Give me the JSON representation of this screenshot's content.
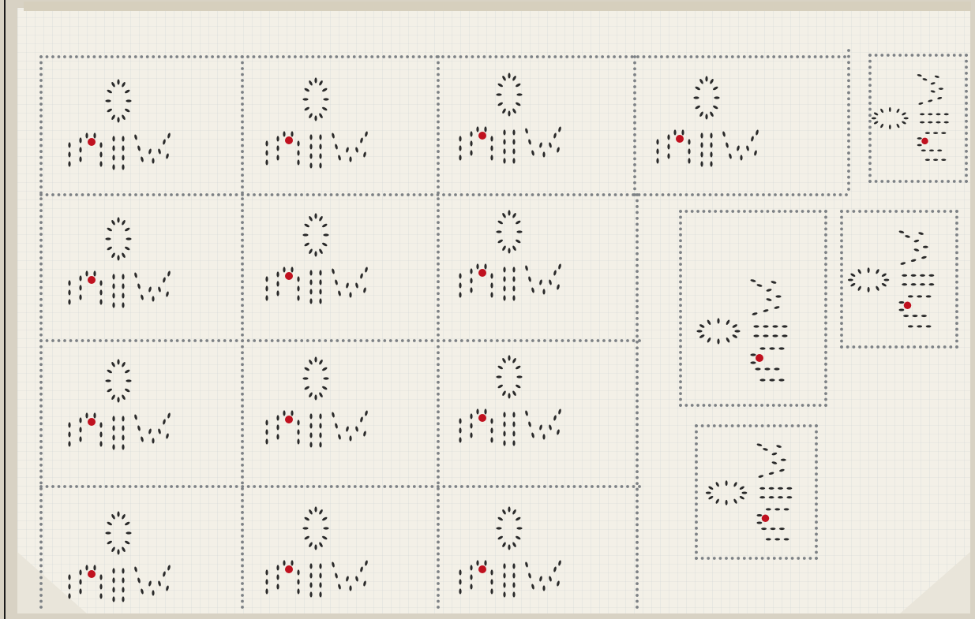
{
  "sheet": {
    "paper_color": "#f3f0e7",
    "grid_color": "#cfd4d6",
    "perforation_color": "#7d8185",
    "stroke_color": "#2a2a2a",
    "red_dot_color": "#c0111f",
    "backing_color": "#d8d2c4"
  },
  "cards": [
    {
      "id": "card-r1c1",
      "orientation": "horizontal",
      "accent": "mark-left"
    },
    {
      "id": "card-r1c2",
      "orientation": "horizontal",
      "accent": "mark-left"
    },
    {
      "id": "card-r1c3",
      "orientation": "horizontal",
      "accent": "mark-left"
    },
    {
      "id": "card-r1c4",
      "orientation": "horizontal",
      "accent": "mark-left"
    },
    {
      "id": "card-r2c1",
      "orientation": "horizontal",
      "accent": "mark-left"
    },
    {
      "id": "card-r2c2",
      "orientation": "horizontal",
      "accent": "mark-left"
    },
    {
      "id": "card-r2c3",
      "orientation": "horizontal",
      "accent": "mark-left"
    },
    {
      "id": "card-r3c1",
      "orientation": "horizontal",
      "accent": "mark-left"
    },
    {
      "id": "card-r3c2",
      "orientation": "horizontal",
      "accent": "mark-left"
    },
    {
      "id": "card-r3c3",
      "orientation": "horizontal",
      "accent": "mark-left"
    },
    {
      "id": "card-r4c1",
      "orientation": "horizontal",
      "accent": "mark-left"
    },
    {
      "id": "card-r4c2",
      "orientation": "horizontal",
      "accent": "mark-left"
    },
    {
      "id": "card-r4c3",
      "orientation": "horizontal",
      "accent": "mark-left"
    },
    {
      "id": "card-side-1",
      "orientation": "rotated",
      "accent": "mark-bottom"
    },
    {
      "id": "card-side-2",
      "orientation": "rotated",
      "accent": "mark-bottom"
    },
    {
      "id": "card-side-3",
      "orientation": "rotated",
      "accent": "mark-bottom"
    },
    {
      "id": "card-side-4",
      "orientation": "rotated",
      "accent": "mark-bottom"
    }
  ]
}
